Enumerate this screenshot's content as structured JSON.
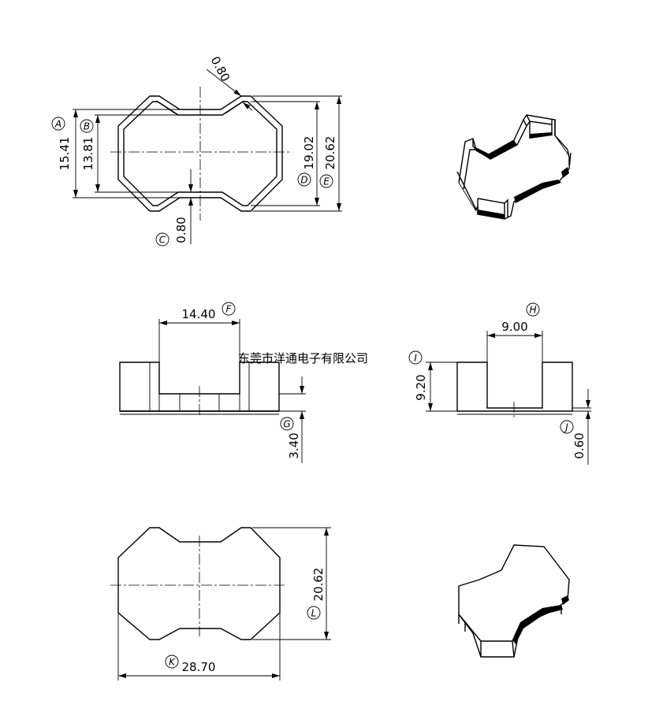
{
  "dimensions": {
    "A": {
      "letter": "A",
      "value": "15.41"
    },
    "B": {
      "letter": "B",
      "value": "13.81"
    },
    "C": {
      "letter": "C",
      "value": "0.80"
    },
    "D": {
      "letter": "D",
      "value": "19.02"
    },
    "E": {
      "letter": "E",
      "value": "20.62"
    },
    "F": {
      "letter": "F",
      "value": "14.40"
    },
    "G": {
      "letter": "G",
      "value": "3.40"
    },
    "H": {
      "letter": "H",
      "value": "9.00"
    },
    "I": {
      "letter": "I",
      "value": "9.20"
    },
    "J": {
      "letter": "J",
      "value": "0.60"
    },
    "K": {
      "letter": "K",
      "value": "28.70"
    },
    "L": {
      "letter": "L",
      "value": "20.62"
    },
    "wall": {
      "value": "0.80"
    }
  },
  "watermark": "东莞市洋通电子有限公司"
}
